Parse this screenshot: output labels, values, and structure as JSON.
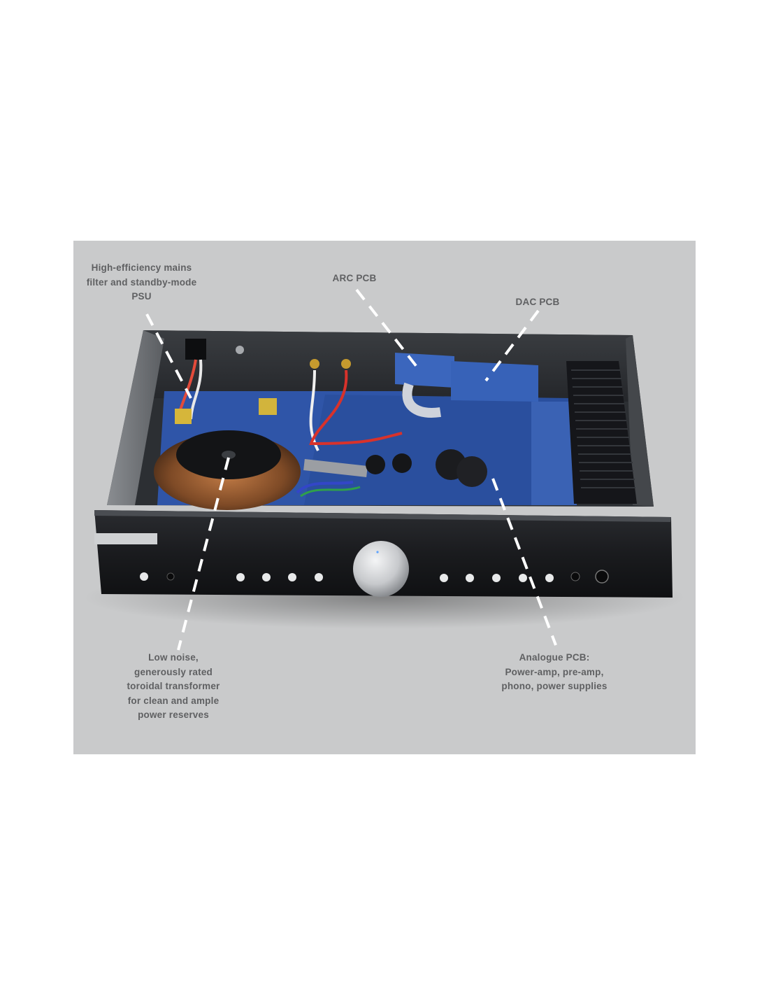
{
  "photo": {
    "subject": "amplifier-interior-photo",
    "colors": {
      "background": "#c9cacb",
      "chassis": "#1d1f22",
      "pcb": "#2f55a8",
      "label_text": "#5f6062"
    }
  },
  "callouts": {
    "mains_filter": {
      "lines": [
        "High-efficiency mains",
        "filter and standby-mode",
        "PSU"
      ]
    },
    "arc_pcb": {
      "lines": [
        "ARC PCB"
      ]
    },
    "dac_pcb": {
      "lines": [
        "DAC PCB"
      ]
    },
    "transformer": {
      "lines": [
        "Low noise,",
        "generously rated",
        "toroidal transformer",
        "for clean and ample",
        "power reserves"
      ]
    },
    "analogue_pcb": {
      "lines": [
        "Analogue PCB:",
        "Power-amp, pre-amp,",
        "phono, power supplies"
      ]
    }
  }
}
